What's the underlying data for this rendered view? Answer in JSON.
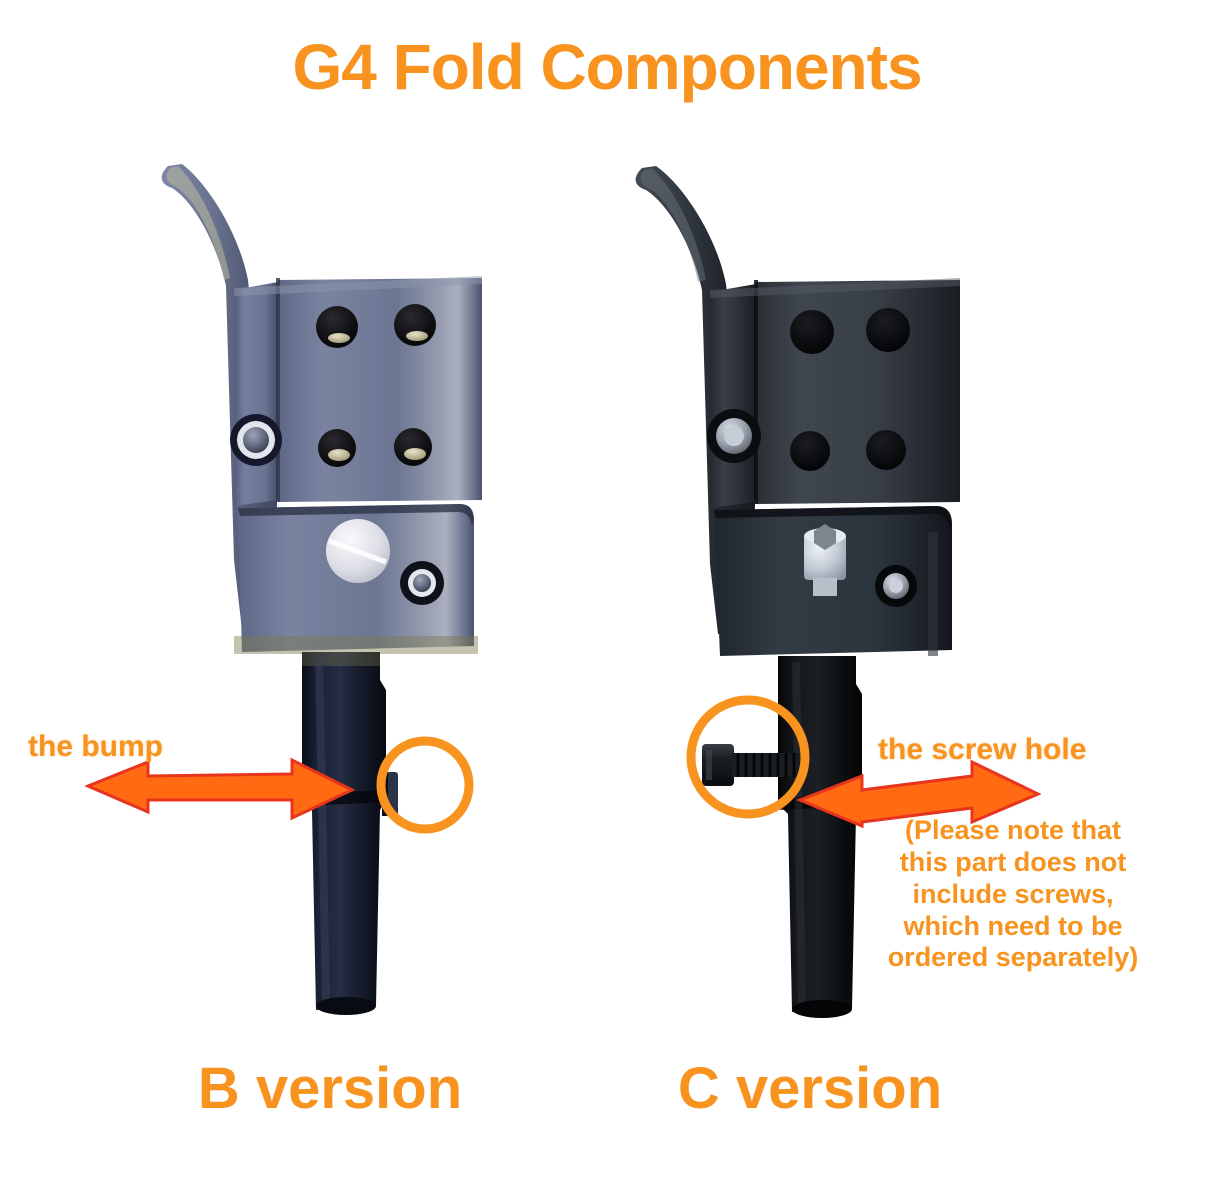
{
  "page": {
    "title": "G4 Fold Components",
    "background_color": "#ffffff",
    "accent_color": "#F7931E",
    "arrow_fill": "#FF6A13",
    "arrow_stroke": "#E8341C"
  },
  "products": [
    {
      "id": "b-version",
      "version_label": "B version",
      "body_color": "#6D7794",
      "body_color_dark": "#4C5570",
      "tube_color": "#161B2B",
      "feature": "bump",
      "lever_color": "#6B7490",
      "has_zinc_bolt": false
    },
    {
      "id": "c-version",
      "version_label": "C version",
      "body_color": "#343A42",
      "body_color_dark": "#22262C",
      "tube_color": "#0B0C0E",
      "feature": "screw-hole",
      "lever_color": "#2E343B",
      "has_zinc_bolt": true
    }
  ],
  "annotations": {
    "bump": {
      "label": "the bump",
      "highlight_shape": "circle",
      "arrow_type": "double-headed"
    },
    "screw_hole": {
      "label": "the screw hole",
      "highlight_shape": "circle",
      "arrow_type": "double-headed"
    },
    "note_lines": [
      "(Please note that",
      "this part does not",
      "include screws,",
      "which need to be",
      "ordered separately)"
    ]
  },
  "icons": {
    "circle_highlight": "circle-highlight-icon",
    "double_arrow": "double-arrow-icon"
  }
}
